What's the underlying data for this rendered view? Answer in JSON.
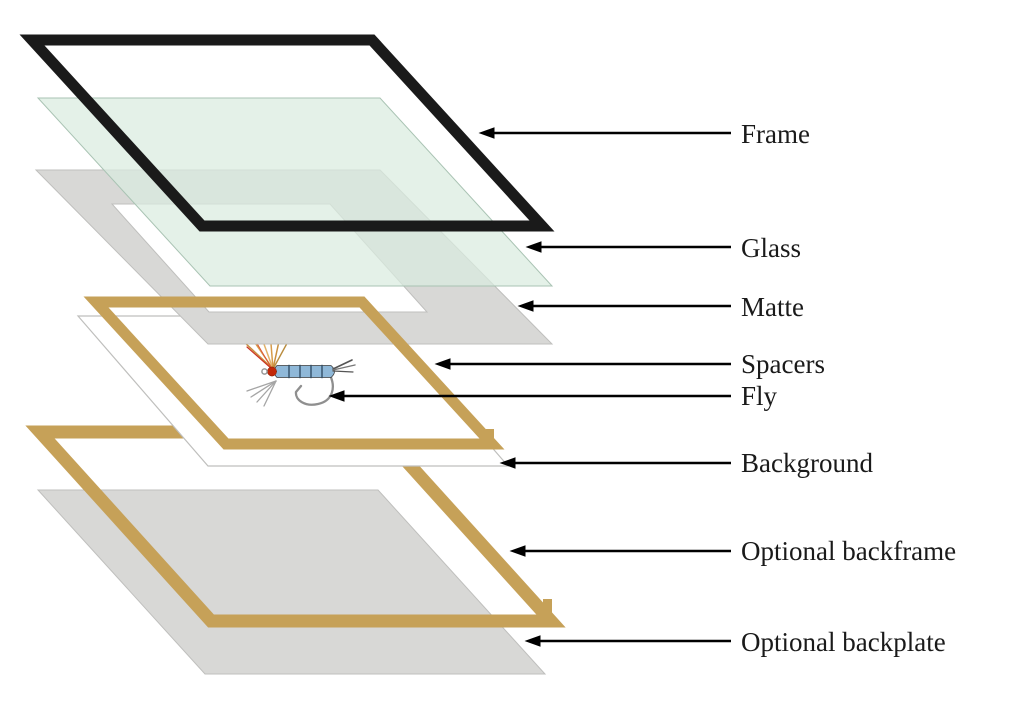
{
  "labels": {
    "frame": "Frame",
    "glass": "Glass",
    "matte": "Matte",
    "spacers": "Spacers",
    "fly": "Fly",
    "background": "Background",
    "optional_backframe": "Optional backframe",
    "optional_backplate": "Optional backplate"
  },
  "colors": {
    "frame": "#1a1a1a",
    "glass": "#d9ebdf",
    "glass_edge": "#a9c3b3",
    "matte": "#d8d8d6",
    "layer_edge": "#bfbfbd",
    "wood_tan": "#c6a158",
    "background_white": "#ffffff",
    "arrow": "#000000",
    "label_text": "#1a1a1a",
    "fly_body": "#8fb8d8",
    "fly_rib": "#2e4a63",
    "fly_head": "#c22708",
    "fly_hackle": "#d79b4a",
    "fly_hackle_dark": "#b98c3f",
    "fly_flash_red": "#cc3322",
    "fly_fiber_gray": "#a5a5a5",
    "fly_hook": "#8f8f8f",
    "fly_tail_dark": "#555555"
  }
}
